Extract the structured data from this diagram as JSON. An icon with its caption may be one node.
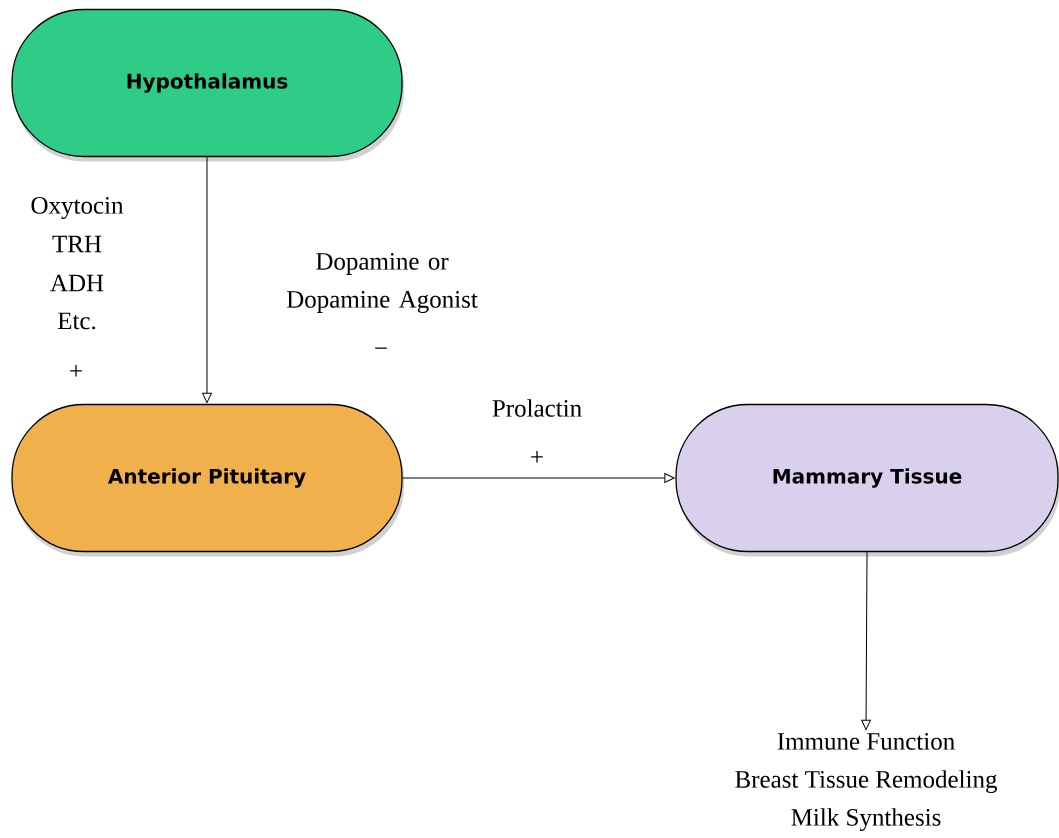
{
  "diagram": {
    "nodes": [
      {
        "text": [
          "Hypothalamus"
        ]
      },
      {
        "text": [
          "Anterior Pituitary"
        ]
      },
      {
        "text": [
          "Mammary Tissue"
        ]
      },
      {
        "text": [
          "Immune Function",
          "Breast Tissue Remodeling",
          "Milk Synthesis"
        ]
      }
    ],
    "edges": [
      {
        "from": 0,
        "to": 1,
        "arrow": "to"
      },
      {
        "from": 1,
        "to": 2,
        "arrow": "to",
        "label": "Prolactin"
      },
      {
        "from": 2,
        "to": 3,
        "arrow": "to"
      }
    ],
    "labels": [
      "Oxytocin",
      "TRH",
      "ADH",
      "Etc.",
      "+",
      "Dopamine or Dopamine Agonist",
      "−",
      "+"
    ]
  }
}
